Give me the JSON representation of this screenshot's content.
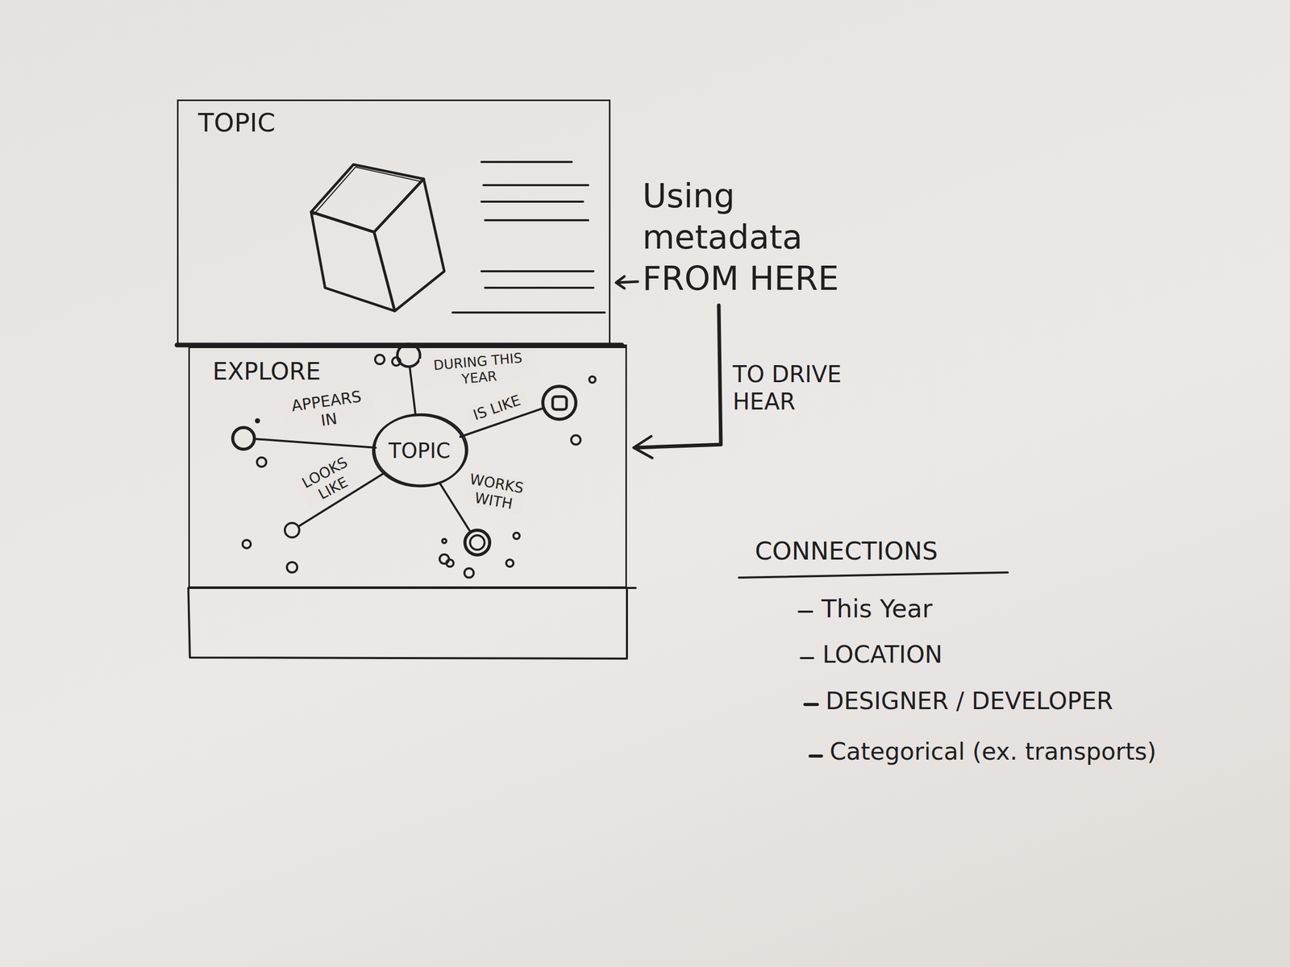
{
  "diagram": {
    "nodes": [
      {
        "text": [
          "TOPIC"
        ]
      },
      {
        "text": [
          "EXPLORE"
        ]
      },
      {
        "text": [
          "TOPIC"
        ],
        "in": 1
      }
    ],
    "labels": [
      "DURING THIS YEAR",
      "APPEARS IN",
      "IS LIKE",
      "LOOKS LIKE",
      "WORKS WITH",
      "Using metadata FROM HERE",
      "TO DRIVE HEAR",
      "CONNECTIONS",
      "This Year",
      "LOCATION",
      "DESIGNER / DEVELOPER",
      "Categorical (ex. transports)"
    ]
  }
}
